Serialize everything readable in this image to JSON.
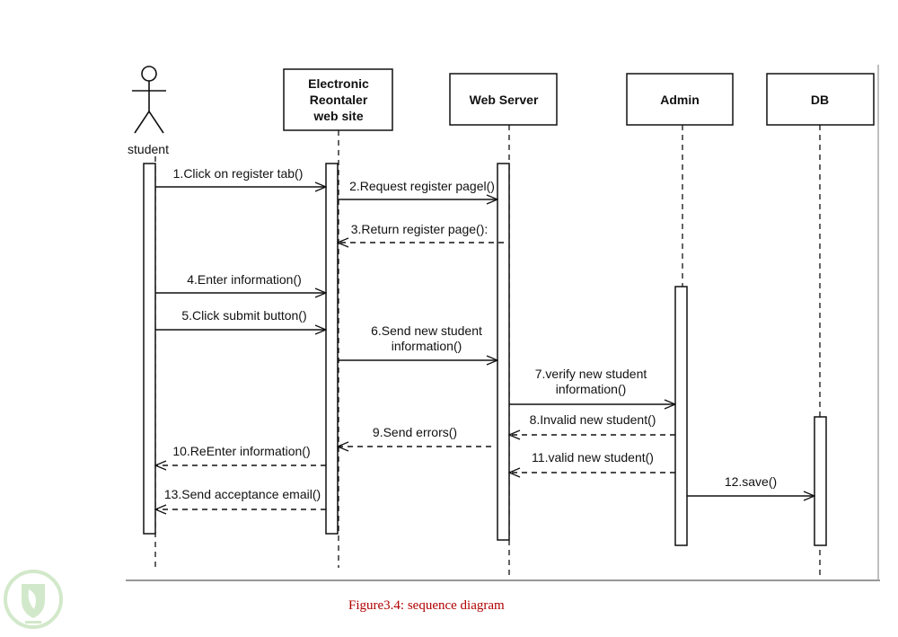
{
  "participants": [
    {
      "id": "student",
      "kind": "actor",
      "label": [
        "student"
      ]
    },
    {
      "id": "site",
      "kind": "box",
      "label": [
        "Electronic",
        "Reontaler",
        "web site"
      ]
    },
    {
      "id": "server",
      "kind": "box",
      "label": [
        "Web Server"
      ]
    },
    {
      "id": "admin",
      "kind": "box",
      "label": [
        "Admin"
      ]
    },
    {
      "id": "db",
      "kind": "box",
      "label": [
        "DB"
      ]
    }
  ],
  "messages": [
    {
      "from": "student",
      "to": "site",
      "style": "sync",
      "label": [
        "1.Click on register tab()"
      ]
    },
    {
      "from": "site",
      "to": "server",
      "style": "sync",
      "label": [
        "2.Request register pagel()"
      ]
    },
    {
      "from": "server",
      "to": "site",
      "style": "return",
      "label": [
        "3.Return register page():"
      ]
    },
    {
      "from": "student",
      "to": "site",
      "style": "sync",
      "label": [
        "4.Enter information()"
      ]
    },
    {
      "from": "student",
      "to": "site",
      "style": "sync",
      "label": [
        "5.Click submit button()"
      ]
    },
    {
      "from": "site",
      "to": "server",
      "style": "sync",
      "label": [
        "6.Send new student",
        "information()"
      ]
    },
    {
      "from": "server",
      "to": "admin",
      "style": "sync",
      "label": [
        "7.verify new student",
        "information()"
      ]
    },
    {
      "from": "admin",
      "to": "server",
      "style": "return",
      "label": [
        "8.Invalid new student()"
      ]
    },
    {
      "from": "server",
      "to": "site",
      "style": "return",
      "label": [
        "9.Send errors()"
      ]
    },
    {
      "from": "site",
      "to": "student",
      "style": "return",
      "label": [
        "10.ReEnter information()"
      ]
    },
    {
      "from": "admin",
      "to": "server",
      "style": "return",
      "label": [
        "11.valid new student()"
      ]
    },
    {
      "from": "admin",
      "to": "db",
      "style": "sync",
      "label": [
        "12.save()"
      ]
    },
    {
      "from": "site",
      "to": "student",
      "style": "return",
      "label": [
        "13.Send acceptance email()"
      ]
    }
  ],
  "caption": "Figure3.4: sequence diagram",
  "colors": {
    "ink": "#111111",
    "caption": "#b00000",
    "watermark": "#7fbf6a"
  },
  "watermark_icon": "leaf-shield-logo"
}
